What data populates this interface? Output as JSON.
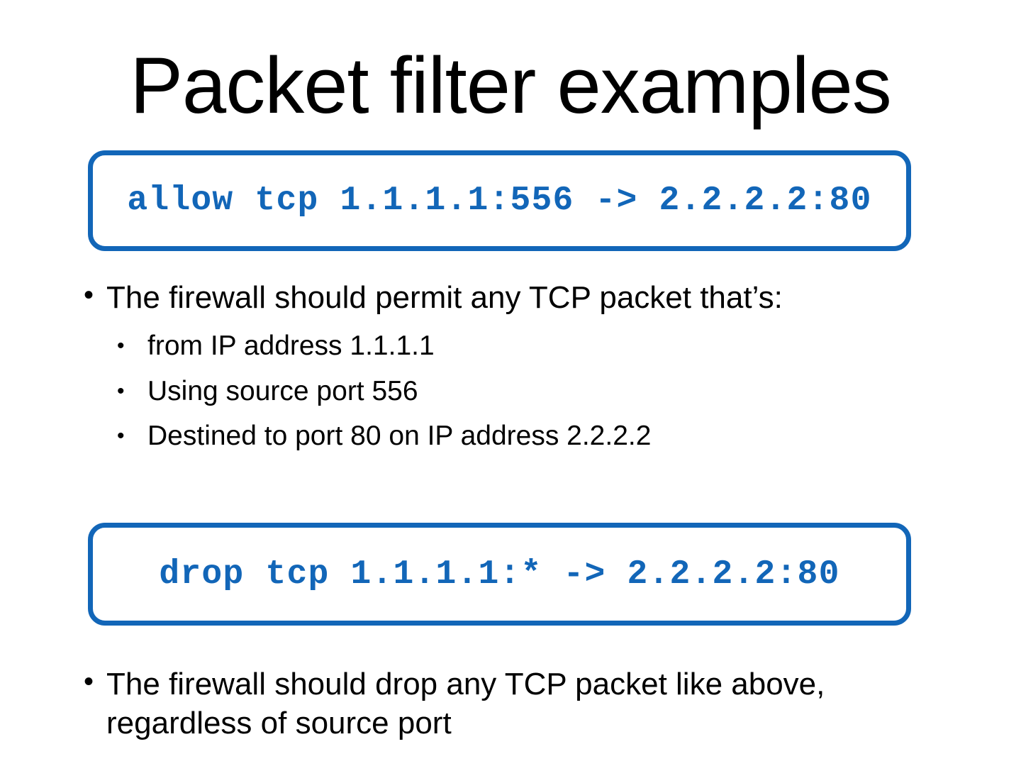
{
  "slide": {
    "title": "Packet filter examples",
    "background_color": "#ffffff",
    "accent_color": "#1266b8",
    "text_color": "#000000",
    "bullet_glyph": "•"
  },
  "rules": [
    {
      "id": "allow-rule",
      "text": "allow tcp 1.1.1.1:556 -> 2.2.2.2:80",
      "action": "allow",
      "protocol": "tcp",
      "source_ip": "1.1.1.1",
      "source_port": "556",
      "dest_ip": "2.2.2.2",
      "dest_port": "80"
    },
    {
      "id": "drop-rule",
      "text": "drop tcp 1.1.1.1:* -> 2.2.2.2:80",
      "action": "drop",
      "protocol": "tcp",
      "source_ip": "1.1.1.1",
      "source_port": "*",
      "dest_ip": "2.2.2.2",
      "dest_port": "80"
    }
  ],
  "bullets": {
    "first": {
      "text": "The firewall should permit any TCP packet that’s:",
      "sub": [
        {
          "text": "from IP address 1.1.1.1"
        },
        {
          "text": "Using source port 556"
        },
        {
          "text": "Destined to port 80 on IP address 2.2.2.2"
        }
      ]
    },
    "second": {
      "text": "The firewall should drop any TCP packet like above, regardless of source port"
    }
  }
}
